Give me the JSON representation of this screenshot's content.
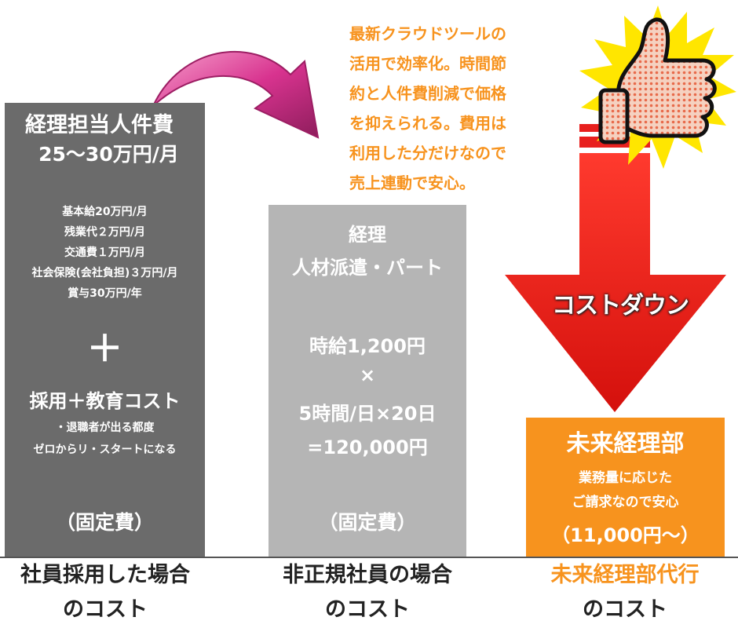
{
  "col_employee": {
    "title": "経理担当人件費",
    "amount": "25〜30万円/月",
    "items": [
      "基本給20万円/月",
      "残業代２万円/月",
      "交通費１万円/月",
      "社会保険(会社負担)３万円/月",
      "賞与30万円/年"
    ],
    "plus": "＋",
    "extra_title": "採用＋教育コスト",
    "extra_note1": "・退職者が出る都度",
    "extra_note2": "ゼロからリ・スタートになる",
    "fixed": "（固定費）"
  },
  "col_parttime": {
    "line1": "経理",
    "line2": "人材派遣・パート",
    "line3": "時給1,200円",
    "line4": "×",
    "line5": "5時間/日×20日",
    "line6": "=120,000円",
    "fixed": "（固定費）"
  },
  "col_service": {
    "title": "未来経理部",
    "line1": "業務量に応じた",
    "line2": "ご請求なので安心",
    "price": "（11,000円〜）"
  },
  "callout": {
    "lines": [
      "最新クラウドツールの",
      "活用で効率化。時間節",
      "約と人件費削減で価格",
      "を抑えられる。費用は",
      "利用した分だけなので",
      "売上連動で安心。"
    ]
  },
  "arrow_label": "コストダウン",
  "captions": {
    "c1_line1": "社員採用した場合",
    "c1_line2": "のコスト",
    "c2_line1": "非正規社員の場合",
    "c2_line2": "のコスト",
    "c3_line1": "未来経理部代行",
    "c3_line2": "のコスト"
  },
  "colors": {
    "dark_gray": "#6b6b6b",
    "light_gray": "#b5b5b5",
    "orange": "#f7931e",
    "red": "#e8201e",
    "pink": "#e0409a"
  },
  "icons": [
    "curved-arrow-icon",
    "down-arrow-icon",
    "thumbs-up-icon",
    "starburst-icon"
  ]
}
